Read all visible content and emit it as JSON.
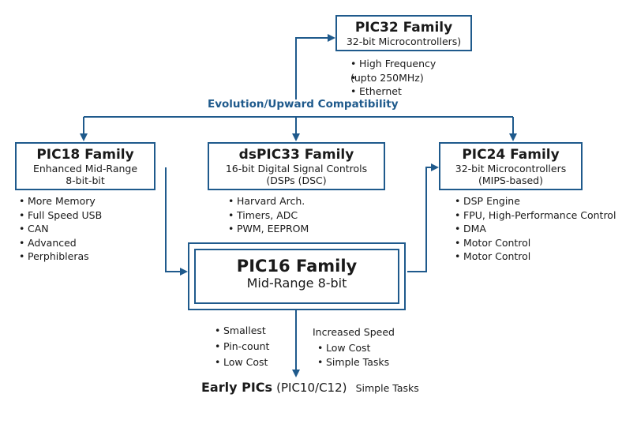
{
  "pic32": {
    "title": "PIC32 Family",
    "subtitle": "32-bit Microcontrollers)",
    "bullets": [
      "High Frequency",
      "(upto 250MHz)",
      "Ethernet"
    ]
  },
  "evolution_label": "Evolution/Upward Compatibility",
  "pic18": {
    "title": "PIC18 Family",
    "subtitle1": "Enhanced Mid-Range",
    "subtitle2": "8-bit-bit",
    "bullets": [
      "More Memory",
      "Full Speed USB",
      "CAN",
      "Advanced",
      "Perphibleras"
    ]
  },
  "dspic33": {
    "title": "dsPIC33 Family",
    "subtitle1": "16-bit Digital Signal Controls",
    "subtitle2": "(DSPs (DSC)",
    "bullets": [
      "Harvard Arch.",
      "Timers, ADC",
      "PWM, EEPROM"
    ]
  },
  "pic24": {
    "title": "PIC24 Family",
    "subtitle1": "32-bit Microcontrollers",
    "subtitle2": "(MIPS-based)",
    "bullets": [
      "DSP Engine",
      "FPU, High-Performance Control",
      "DMA",
      "Motor Control",
      "Motor Control"
    ]
  },
  "pic16": {
    "title": "PIC16 Family",
    "subtitle": "Mid-Range 8-bit"
  },
  "bottom_left_bullets": [
    "Smallest",
    "Pin-count",
    "Low Cost"
  ],
  "increased_speed": {
    "heading": "Increased Speed",
    "bullets": [
      "Low Cost",
      "Simple Tasks"
    ]
  },
  "early": {
    "main": "Early PICs",
    "paren": "(PIC10/C12)",
    "tail": "Simple Tasks"
  },
  "colors": {
    "accent": "#1f5a8c"
  }
}
